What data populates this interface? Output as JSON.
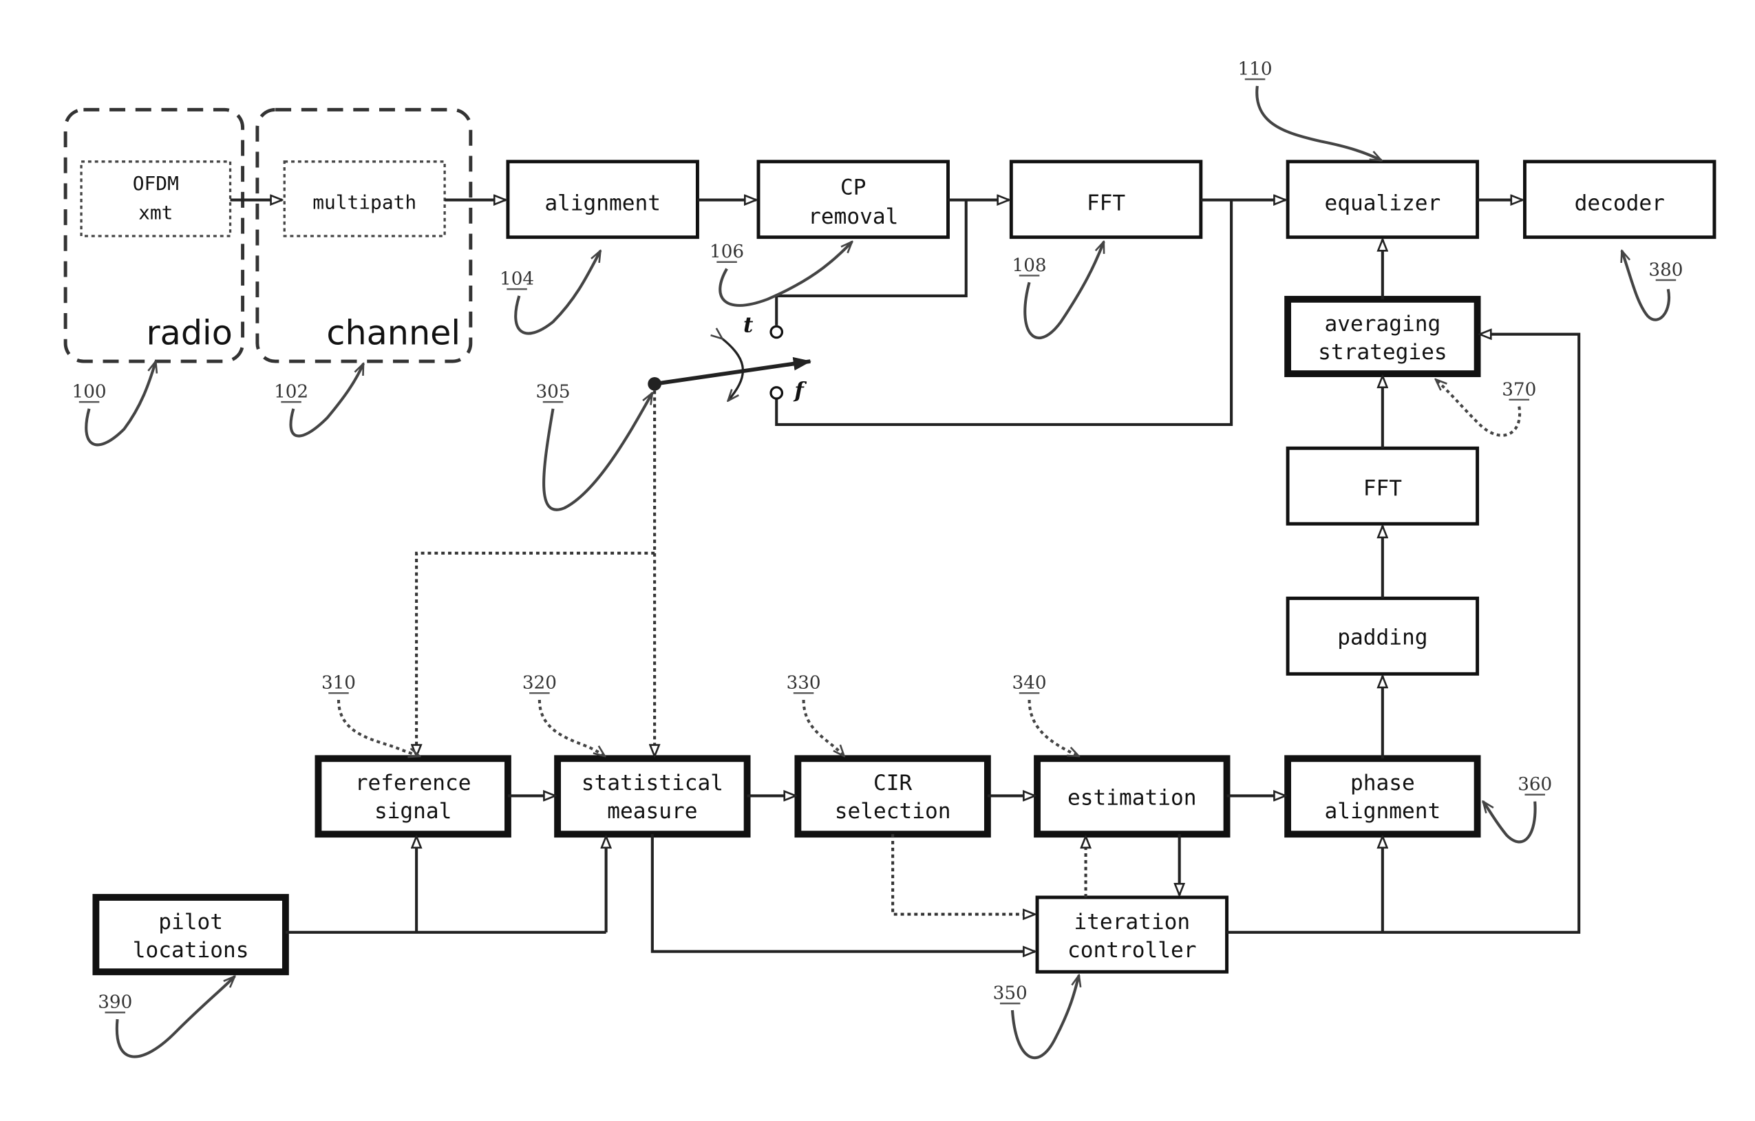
{
  "blocks": {
    "radio": "radio",
    "ofdm_xmt": [
      "OFDM",
      "xmt"
    ],
    "channel": "channel",
    "multipath": "multipath",
    "alignment": "alignment",
    "cp_removal": [
      "CP",
      "removal"
    ],
    "fft_top": "FFT",
    "equalizer": "equalizer",
    "decoder": "decoder",
    "averaging_strategies": [
      "averaging",
      "strategies"
    ],
    "fft_right": "FFT",
    "padding": "padding",
    "phase_alignment": [
      "phase",
      "alignment"
    ],
    "reference_signal": [
      "reference",
      "signal"
    ],
    "statistical_measure": [
      "statistical",
      "measure"
    ],
    "cir_selection": [
      "CIR",
      "selection"
    ],
    "estimation": "estimation",
    "iteration_controller": [
      "iteration",
      "controller"
    ],
    "pilot_locations": [
      "pilot",
      "locations"
    ]
  },
  "switch": {
    "t": "t",
    "f": "f"
  },
  "refs": {
    "r100": "100",
    "r102": "102",
    "r104": "104",
    "r106": "106",
    "r108": "108",
    "r110": "110",
    "r305": "305",
    "r310": "310",
    "r320": "320",
    "r330": "330",
    "r340": "340",
    "r350": "350",
    "r360": "360",
    "r370": "370",
    "r380": "380",
    "r390": "390"
  }
}
